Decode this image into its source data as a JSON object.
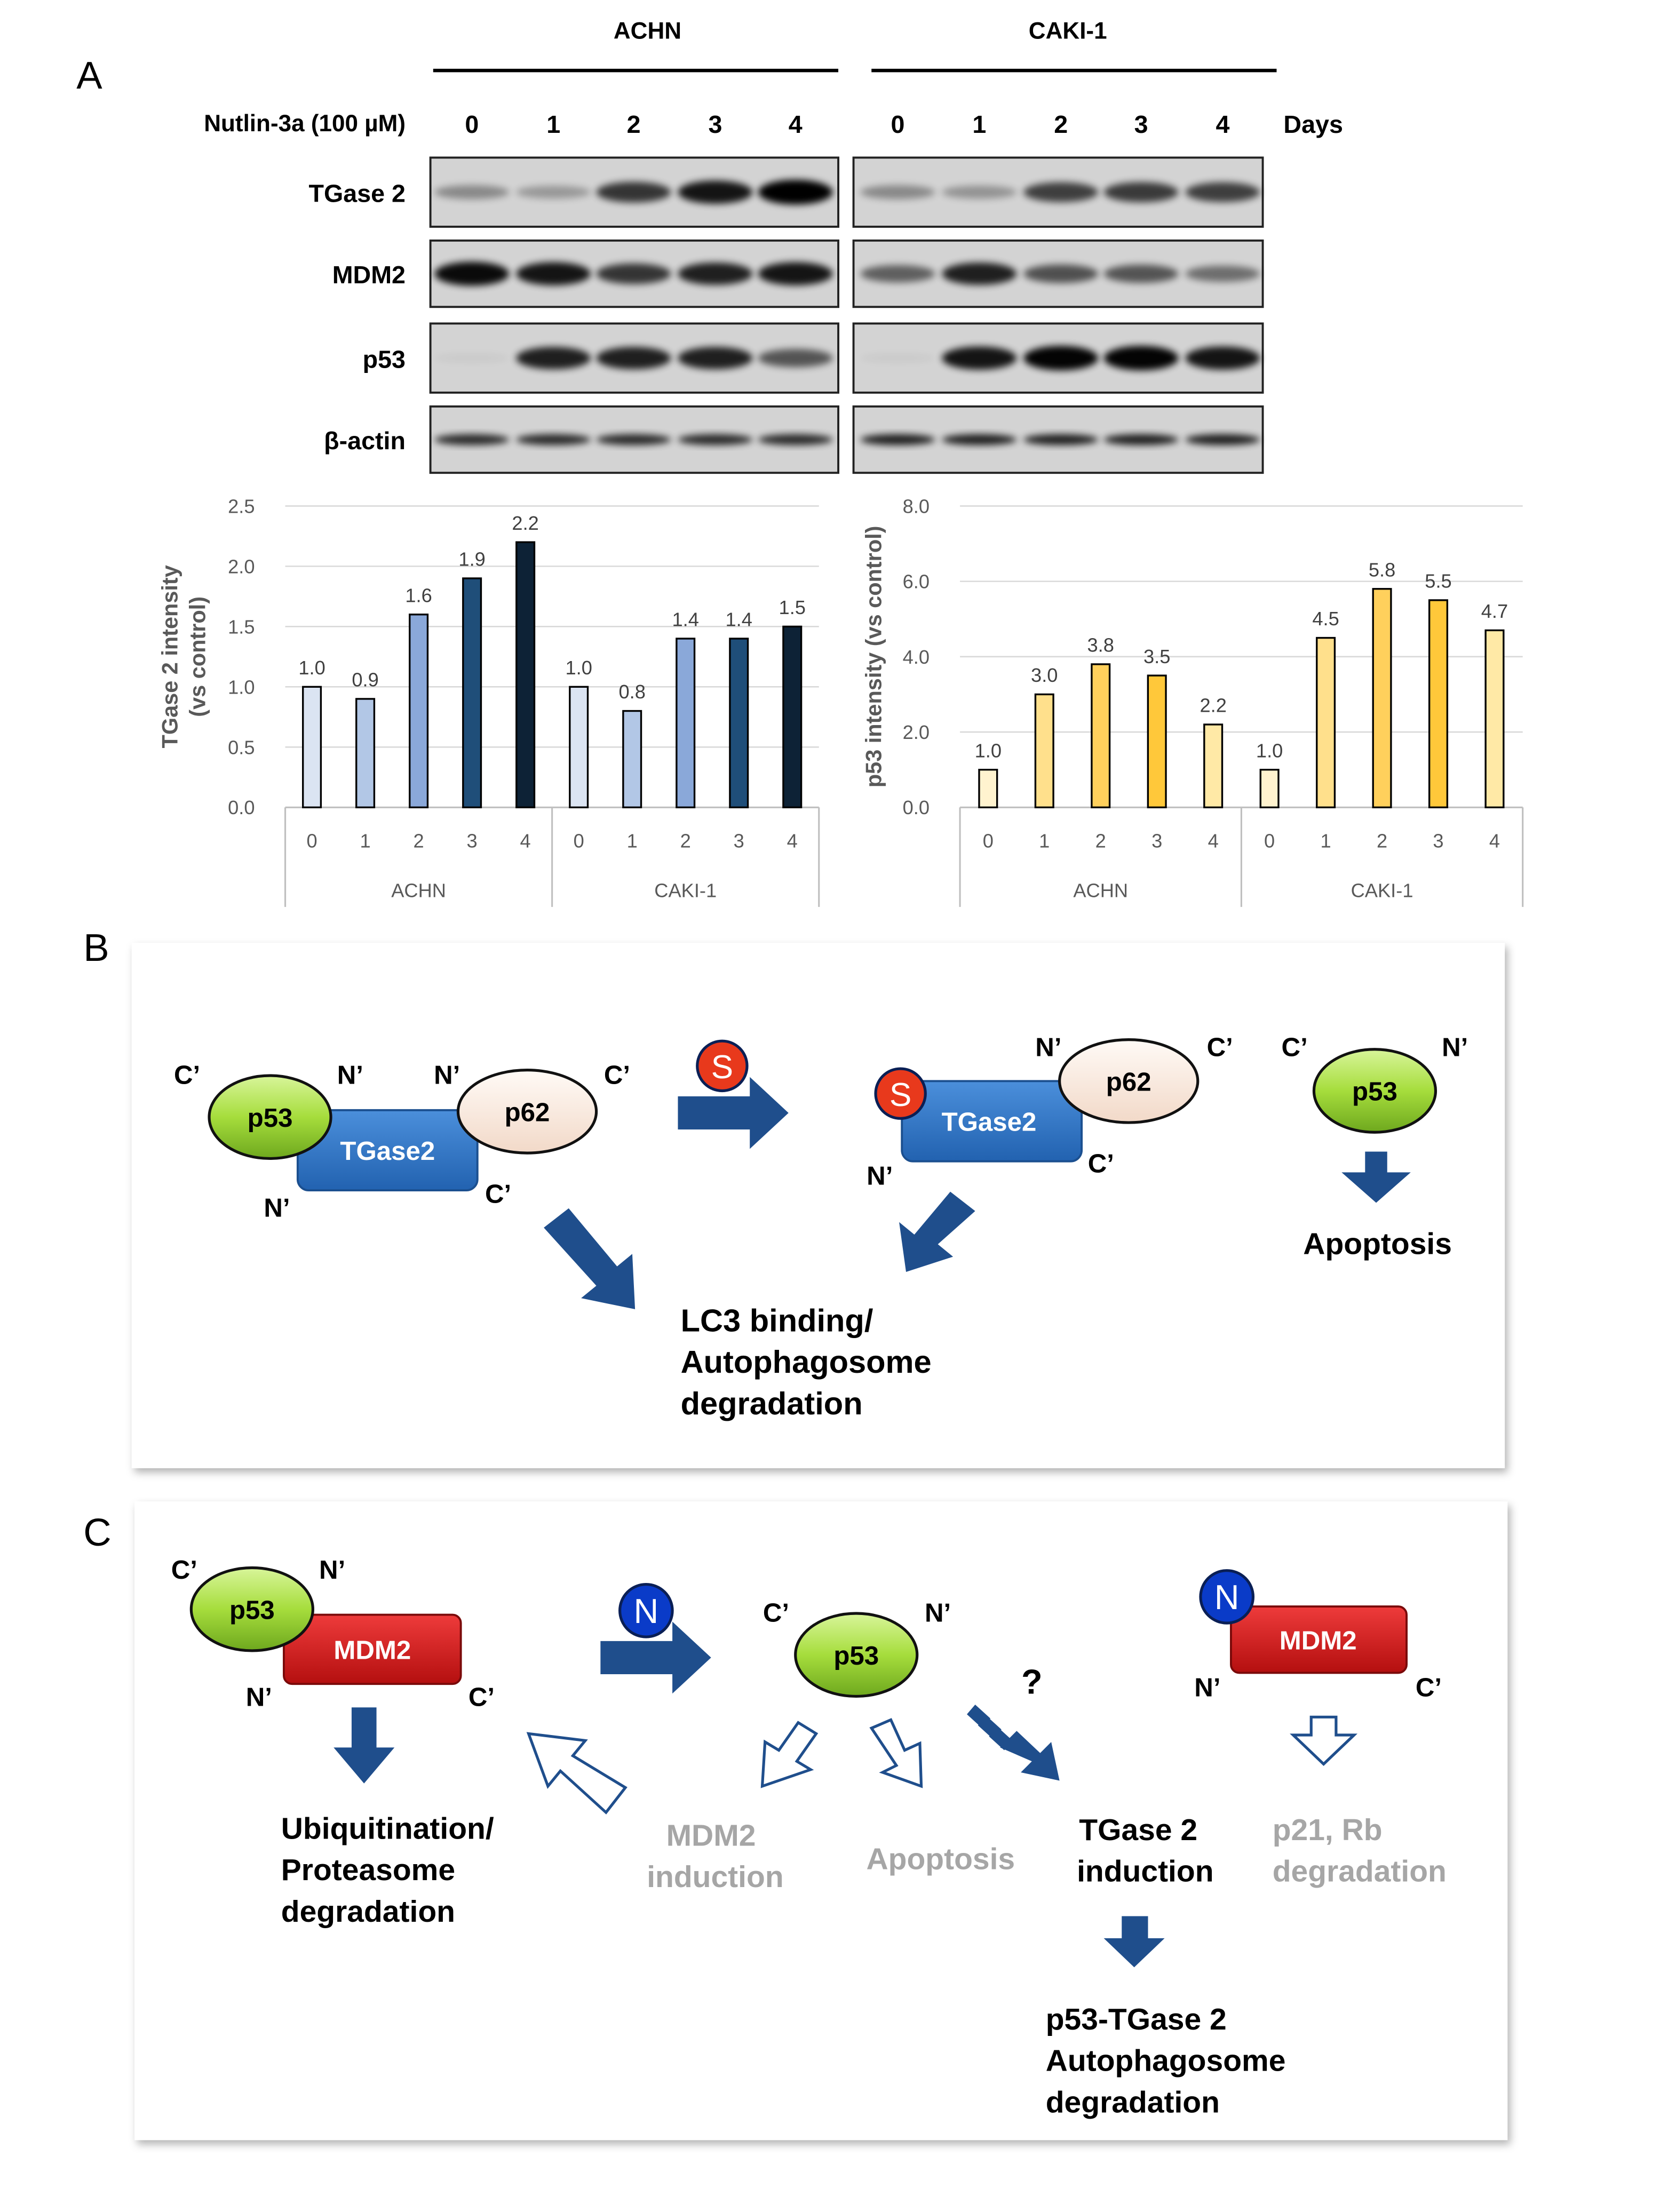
{
  "panel_a": {
    "panel_label": "A",
    "treatment_label": "Nutlin-3a (100 µM)",
    "days_label": "Days",
    "cell_lines": [
      "ACHN",
      "CAKI-1"
    ],
    "lanes": [
      "0",
      "1",
      "2",
      "3",
      "4"
    ],
    "blots": [
      {
        "label": "TGase 2",
        "intensity": [
          [
            0.35,
            0.28,
            0.75,
            0.9,
            1.0
          ],
          [
            0.35,
            0.3,
            0.7,
            0.72,
            0.7
          ]
        ]
      },
      {
        "label": "MDM2",
        "intensity": [
          [
            0.95,
            0.9,
            0.75,
            0.85,
            0.9
          ],
          [
            0.55,
            0.85,
            0.62,
            0.6,
            0.48
          ]
        ]
      },
      {
        "label": "p53",
        "intensity": [
          [
            0.04,
            0.85,
            0.85,
            0.85,
            0.6
          ],
          [
            0.04,
            0.9,
            0.98,
            0.98,
            0.9
          ]
        ]
      },
      {
        "label": "β-actin",
        "intensity": [
          [
            0.8,
            0.8,
            0.8,
            0.8,
            0.8
          ],
          [
            0.85,
            0.85,
            0.85,
            0.85,
            0.85
          ]
        ]
      }
    ]
  },
  "chart_data": [
    {
      "type": "bar",
      "ylabel": "TGase 2 intensity\n(vs control)",
      "ylim": [
        0,
        2.5
      ],
      "yticks": [
        "0.0",
        "0.5",
        "1.0",
        "1.5",
        "2.0",
        "2.5"
      ],
      "groups": [
        {
          "name": "ACHN",
          "categories": [
            "0",
            "1",
            "2",
            "3",
            "4"
          ],
          "values": [
            1.0,
            0.9,
            1.6,
            1.9,
            2.2
          ],
          "labels": [
            "1.0",
            "0.9",
            "1.6",
            "1.9",
            "2.2"
          ]
        },
        {
          "name": "CAKI-1",
          "categories": [
            "0",
            "1",
            "2",
            "3",
            "4"
          ],
          "values": [
            1.0,
            0.8,
            1.4,
            1.4,
            1.5
          ],
          "labels": [
            "1.0",
            "0.8",
            "1.4",
            "1.4",
            "1.5"
          ]
        }
      ],
      "bar_colors": [
        [
          "#dbe4f2",
          "#b2c7e6",
          "#8aa8d9",
          "#1f4e79",
          "#0d2236"
        ],
        [
          "#dbe4f2",
          "#b2c7e6",
          "#8aa8d9",
          "#1f4e79",
          "#0d2236"
        ]
      ],
      "grid": true
    },
    {
      "type": "bar",
      "ylabel": "p53 intensity (vs control)",
      "ylim": [
        0,
        8
      ],
      "yticks": [
        "0.0",
        "2.0",
        "4.0",
        "6.0",
        "8.0"
      ],
      "groups": [
        {
          "name": "ACHN",
          "categories": [
            "0",
            "1",
            "2",
            "3",
            "4"
          ],
          "values": [
            1.0,
            3.0,
            3.8,
            3.5,
            2.2
          ],
          "labels": [
            "1.0",
            "3.0",
            "3.8",
            "3.5",
            "2.2"
          ]
        },
        {
          "name": "CAKI-1",
          "categories": [
            "0",
            "1",
            "2",
            "3",
            "4"
          ],
          "values": [
            1.0,
            4.5,
            5.8,
            5.5,
            4.7
          ],
          "labels": [
            "1.0",
            "4.5",
            "5.8",
            "5.5",
            "4.7"
          ]
        }
      ],
      "bar_colors": [
        [
          "#fff3cf",
          "#ffe08c",
          "#ffd05c",
          "#ffc83a",
          "#ffe9a6"
        ],
        [
          "#fff3cf",
          "#ffe08c",
          "#ffd05c",
          "#ffc83a",
          "#ffe9a6"
        ]
      ],
      "grid": true
    }
  ],
  "panel_b": {
    "panel_label": "B",
    "p53": "p53",
    "tgase2": "TGase2",
    "p62": "p62",
    "s_marker": "S",
    "c_term": "C’",
    "n_term": "N’",
    "lc3_text": [
      "LC3 binding/",
      "Autophagosome",
      "degradation"
    ],
    "apoptosis": "Apoptosis"
  },
  "panel_c": {
    "panel_label": "C",
    "p53": "p53",
    "mdm2": "MDM2",
    "n_marker": "N",
    "c_term": "C’",
    "n_term": "N’",
    "ubiq_text": [
      "Ubiquitination/",
      "Proteasome",
      "degradation"
    ],
    "mdm2_induction": [
      "MDM2",
      "induction"
    ],
    "apoptosis": "Apoptosis",
    "question": "?",
    "tgase2_induction": [
      "TGase 2",
      "induction"
    ],
    "p21_text": [
      "p21, Rb",
      "degradation"
    ],
    "autophagosome_text": [
      "p53-TGase 2",
      "Autophagosome",
      "degradation"
    ]
  },
  "colors": {
    "arrow_blue": "#1f4e8c",
    "box_blue": "#2e75c7",
    "mdm2_red": "#d61c1c",
    "p53_green": "#a6dd3c",
    "p62_cream": "#f9e8dc",
    "s_red": "#e8391c",
    "n_blue": "#0a3bc8",
    "grey_text": "#a6a6a6"
  }
}
